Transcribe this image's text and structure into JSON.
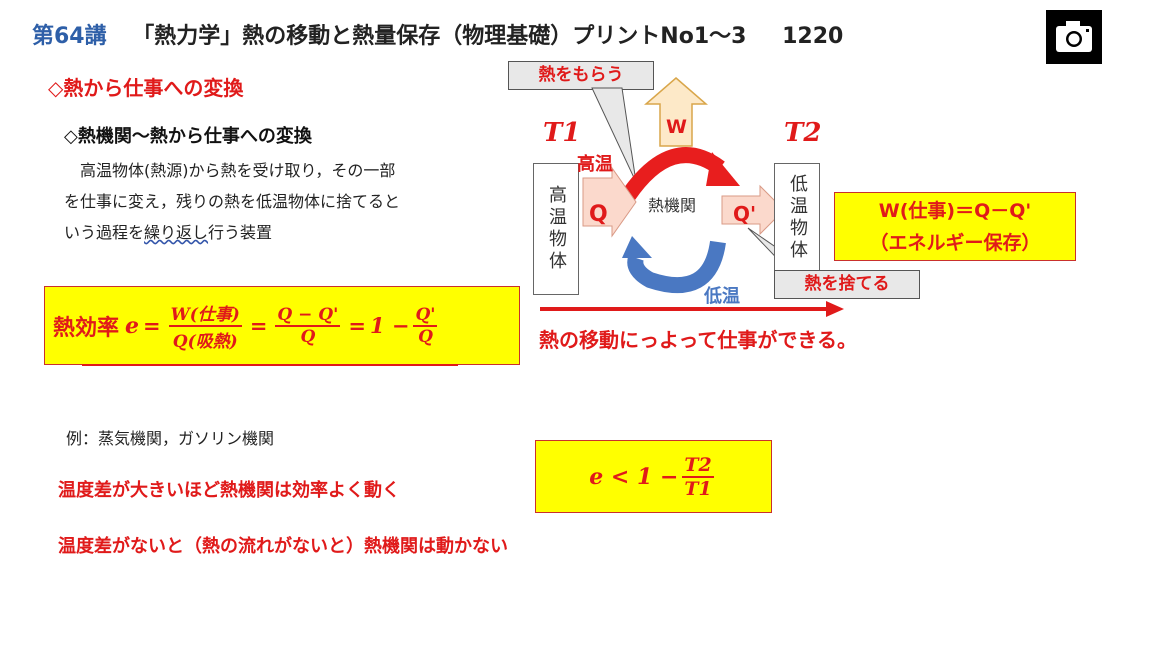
{
  "title": {
    "lecture": "第64講",
    "text": "「熱力学」熱の移動と熱量保存（物理基礎）プリントNo1〜3",
    "code": "1220"
  },
  "camera_icon": "camera-icon",
  "section_heading": "◇熱から仕事への変換",
  "heat_engine_heading": "◇熱機関～熱から仕事への変換",
  "definition": {
    "line1": "高温物体(熱源)から熱を受け取り，その一部",
    "line2": "を仕事に変え，残りの熱を低温物体に捨てると",
    "line3_a": "いう過程を",
    "line3_wavy": "繰り返し",
    "line3_b": "行う装置"
  },
  "efficiency": {
    "label": "熱効率",
    "var": "e",
    "eq": "=",
    "num1": "W(仕事)",
    "den1": "Q(吸熱)",
    "num2": "Q − Q'",
    "den2": "Q",
    "one_minus": "1 −",
    "num3": "Q'",
    "den3": "Q"
  },
  "example": "例：蒸気機関，ガソリン機関",
  "statement1": "温度差が大きいほど熱機関は効率よく動く",
  "statement2": "温度差がないと（熱の流れがないと）熱機関は動かない",
  "inequality": {
    "lhs": "e < 1 −",
    "num": "T2",
    "den": "T1"
  },
  "diagram": {
    "receive_heat": "熱をもらう",
    "T1": "T1",
    "T2": "T2",
    "W": "W",
    "high_temp": "高温",
    "low_temp": "低温",
    "engine": "熱機関",
    "hot_body": "高温物体",
    "cold_body": "低温物体",
    "Q": "Q",
    "Qp": "Q'",
    "discard_heat": "熱を捨てる",
    "work_line1": "W(仕事)＝Q－Q'",
    "work_line2": "（エネルギー保存）",
    "caption": "熱の移動にっよって仕事ができる。"
  },
  "colors": {
    "accent_red": "#e01a1a",
    "title_blue": "#2e5fa8",
    "highlight": "#ffff00",
    "cold_blue": "#4a78c2"
  }
}
